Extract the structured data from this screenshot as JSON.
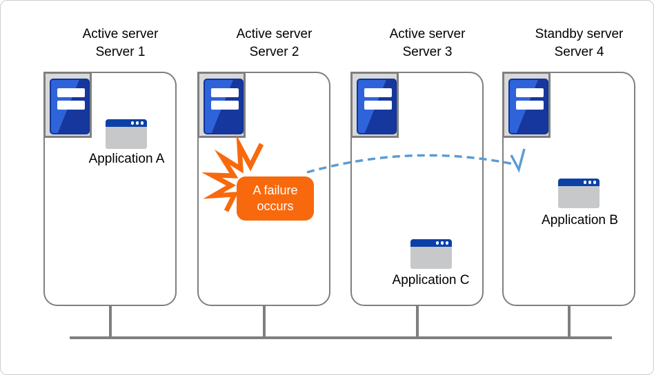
{
  "colors": {
    "accent_orange": "#f8690d",
    "arrow_blue": "#5b9bd5",
    "tower_blue_light": "#2f63da",
    "tower_blue_dark": "#16379d",
    "titlebar_blue": "#0b41a6",
    "app_gray": "#c6c8ca",
    "icon_square_gray": "#d9d9d9",
    "line_gray": "#7f7f7f",
    "frame_gray": "#c9ced3",
    "text_black": "#000000"
  },
  "servers": [
    {
      "role": "Active server",
      "name": "Server 1",
      "application": "Application A"
    },
    {
      "role": "Active server",
      "name": "Server 2",
      "failure_line1": "A failure",
      "failure_line2": "occurs"
    },
    {
      "role": "Active server",
      "name": "Server 3",
      "application": "Application C"
    },
    {
      "role": "Standby server",
      "name": "Server 4",
      "application": "Application B"
    }
  ],
  "icons": {
    "server_tower": "blue tower unit with two white drive bays inside gray bay square",
    "app_window": "application window with blue title bar and three dots",
    "failure_burst": "orange jagged explosion strokes",
    "failover_arrow": "blue dashed curved arrow from Server 2 to Server 4",
    "network_bus": "gray bus line connecting all four servers"
  }
}
